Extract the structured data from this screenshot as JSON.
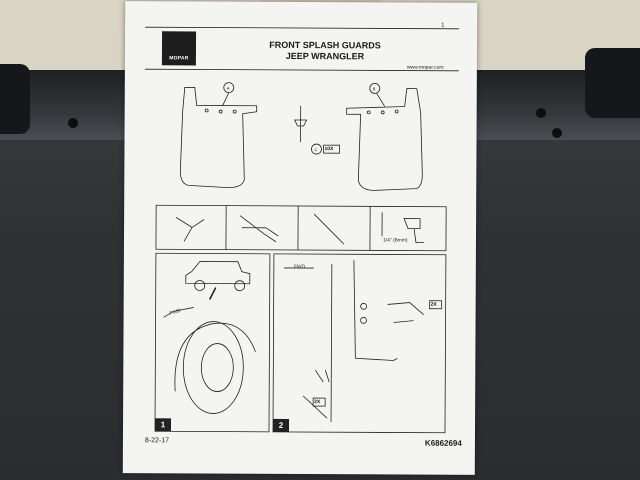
{
  "document": {
    "page_number": "1",
    "brand": "MOPAR",
    "title_line1": "FRONT SPLASH GUARDS",
    "title_line2": "JEEP WRANGLER",
    "website": "www.mopar.com",
    "callouts": {
      "a": "A",
      "b": "B",
      "c": "C"
    },
    "quantity_c": "10X",
    "tool_size_label": "1/4\" (6mm)",
    "fwd_label": "FWD",
    "qty_2x": "2X",
    "step1": "1",
    "step2": "2",
    "date": "8-22-17",
    "part_number": "K6862694"
  },
  "colors": {
    "paper": "#f4f4f2",
    "ink": "#1a1a1a",
    "tray": "#2f3235",
    "wall": "#d9d4c4"
  }
}
